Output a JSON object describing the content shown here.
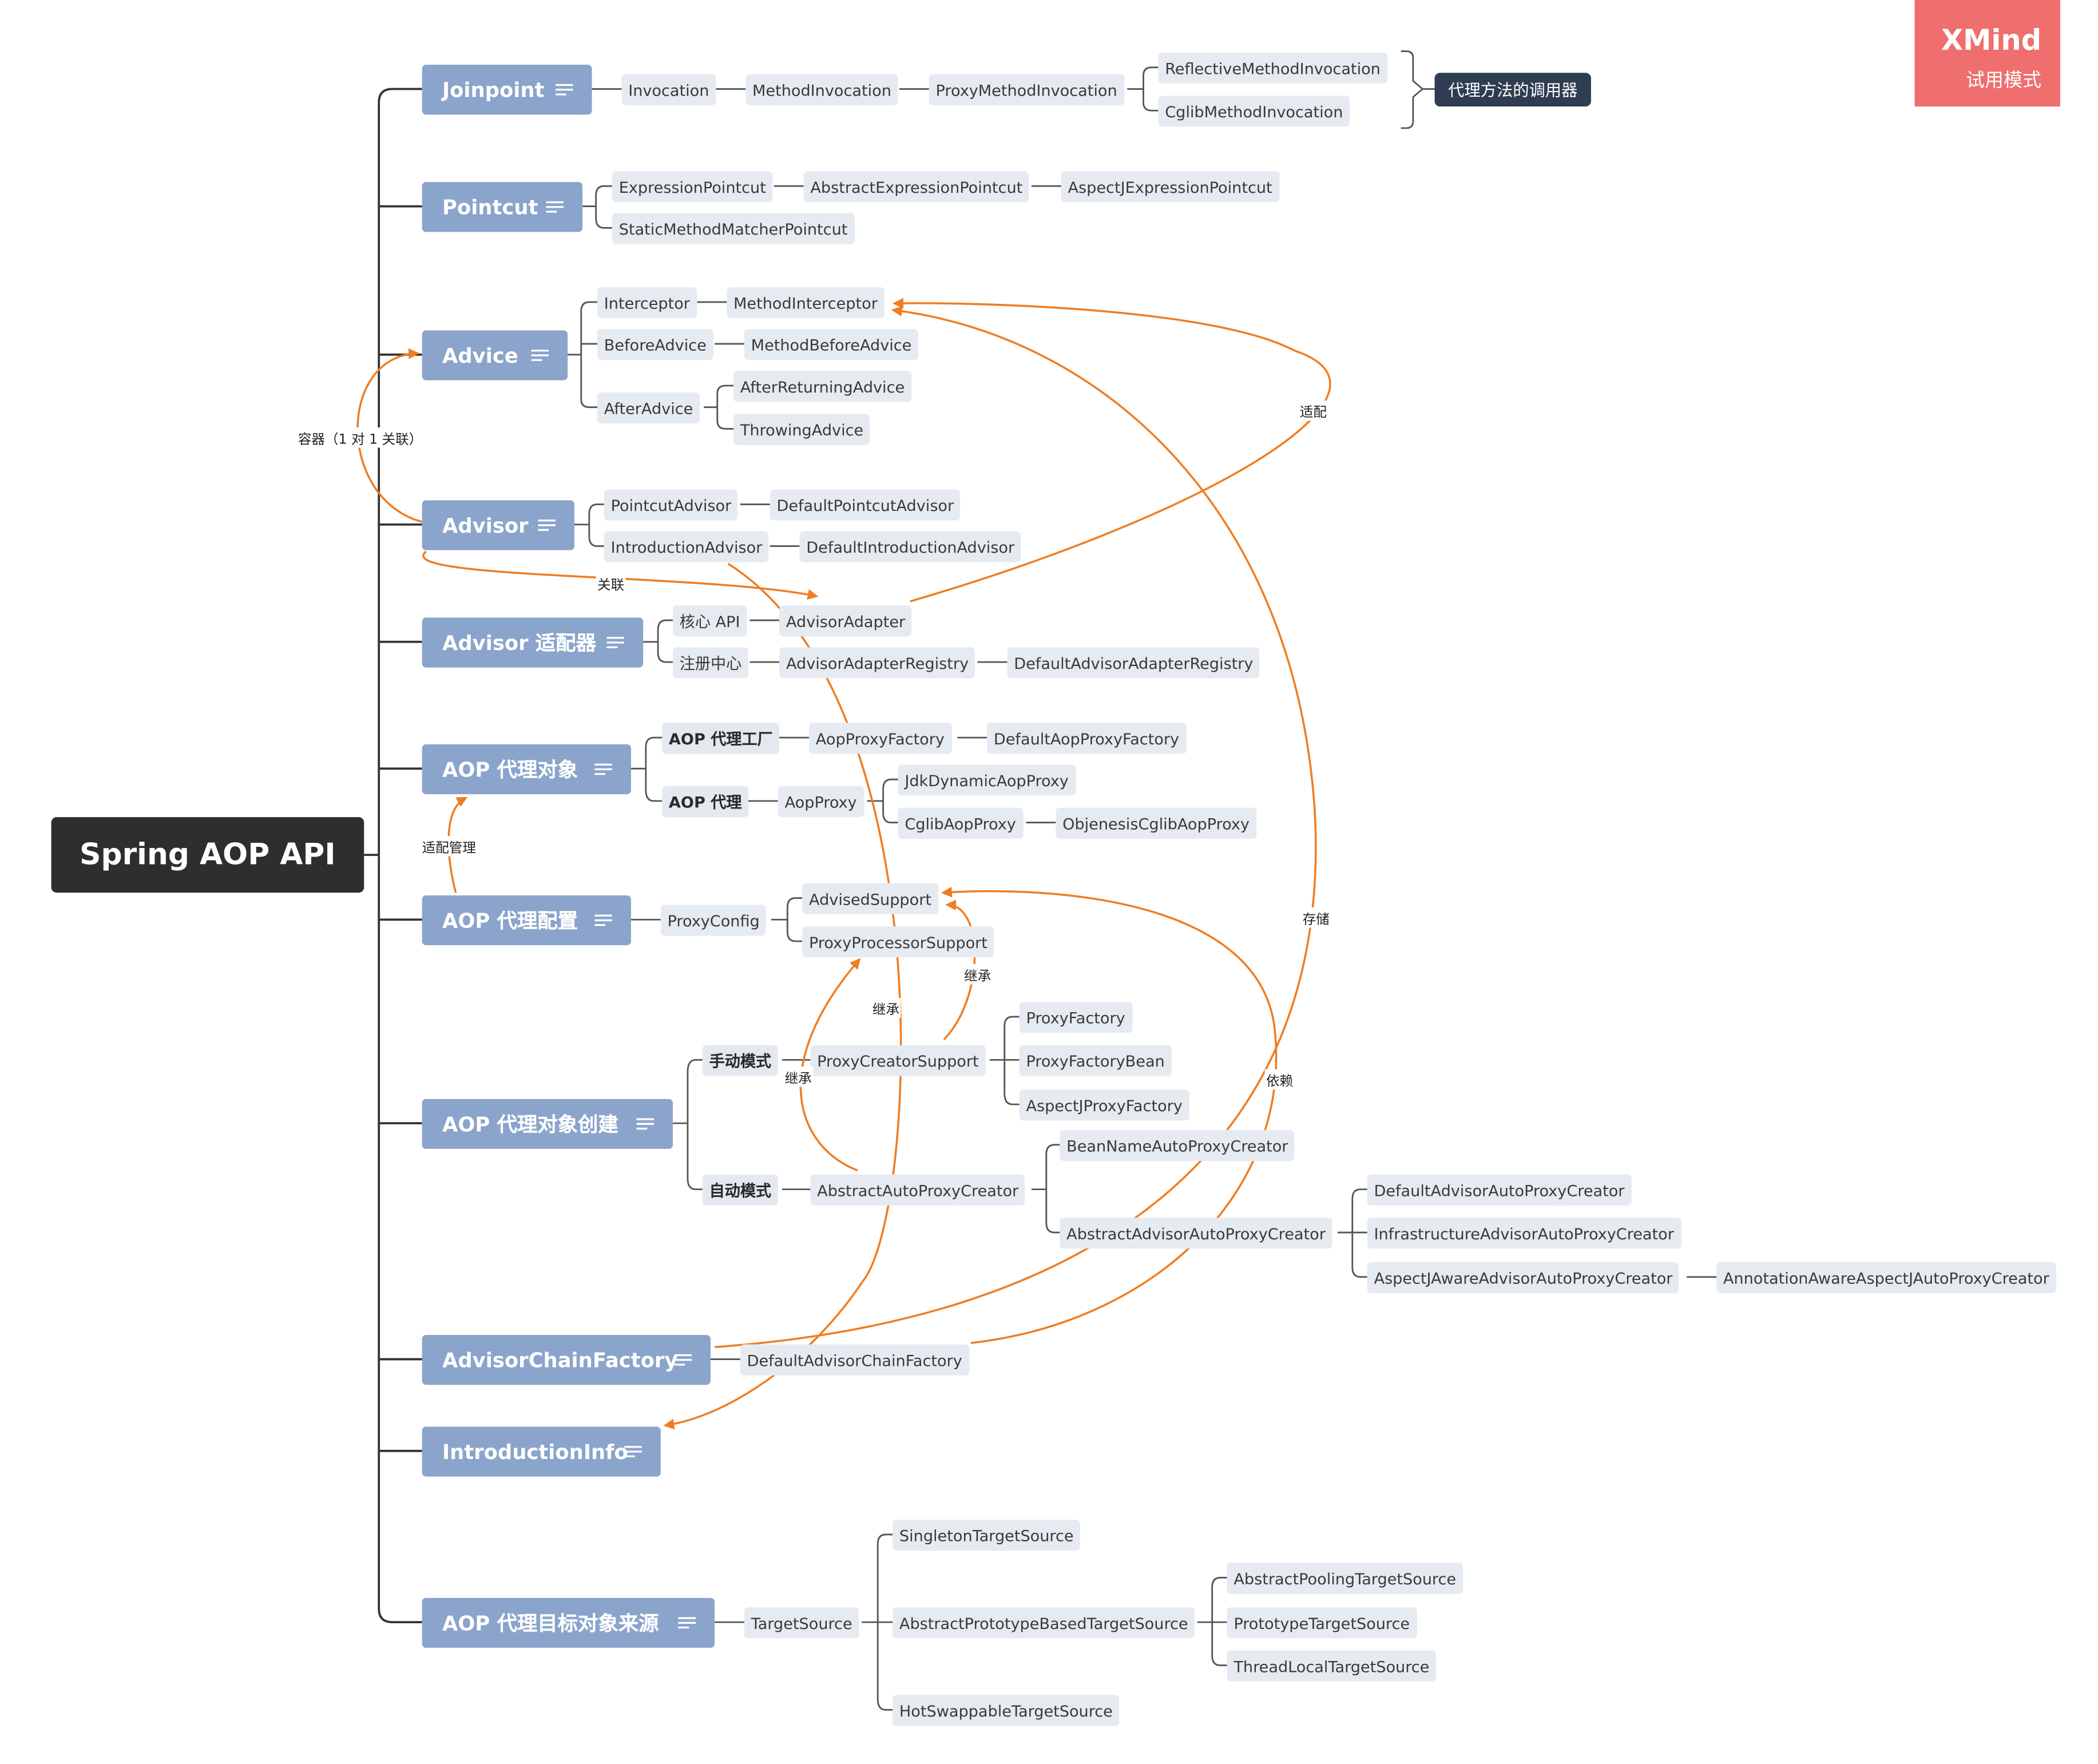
{
  "watermark": {
    "brand": "XMind",
    "mode": "试用模式",
    "color": "#ee6f6e"
  },
  "colors": {
    "root": "#2e2e2e",
    "main": "#8aa4cb",
    "leaf": "#e6eaf1",
    "relation": "#ef7d22",
    "line": "#333333"
  },
  "root": {
    "label": "Spring AOP API"
  },
  "branches": {
    "joinpoint": {
      "label": "Joinpoint",
      "n1": "Invocation",
      "n2": "MethodInvocation",
      "n3": "ProxyMethodInvocation",
      "n4a": "ReflectiveMethodInvocation",
      "n4b": "CglibMethodInvocation",
      "summary": "代理方法的调用器"
    },
    "pointcut": {
      "label": "Pointcut",
      "expr": "ExpressionPointcut",
      "absexpr": "AbstractExpressionPointcut",
      "aspectj": "AspectJExpressionPointcut",
      "static": "StaticMethodMatcherPointcut"
    },
    "advice": {
      "label": "Advice",
      "interceptor": "Interceptor",
      "methodinterceptor": "MethodInterceptor",
      "before": "BeforeAdvice",
      "methodbefore": "MethodBeforeAdvice",
      "after": "AfterAdvice",
      "afterreturning": "AfterReturningAdvice",
      "throwing": "ThrowingAdvice"
    },
    "advisor": {
      "label": "Advisor",
      "pointcutadvisor": "PointcutAdvisor",
      "defaultpointcutadvisor": "DefaultPointcutAdvisor",
      "introadvisor": "IntroductionAdvisor",
      "defaultintroadvisor": "DefaultIntroductionAdvisor"
    },
    "adapter": {
      "label": "Advisor 适配器",
      "core": "核心 API",
      "advisoradapter": "AdvisorAdapter",
      "registry": "注册中心",
      "adapterregistry": "AdvisorAdapterRegistry",
      "defaultregistry": "DefaultAdvisorAdapterRegistry"
    },
    "proxyobj": {
      "label": "AOP 代理对象",
      "factory": "AOP 代理工厂",
      "aopproxyfactory": "AopProxyFactory",
      "defaultaopproxyfactory": "DefaultAopProxyFactory",
      "proxy": "AOP 代理",
      "aopproxy": "AopProxy",
      "jdk": "JdkDynamicAopProxy",
      "cglib": "CglibAopProxy",
      "objenesis": "ObjenesisCglibAopProxy"
    },
    "config": {
      "label": "AOP 代理配置",
      "proxyconfig": "ProxyConfig",
      "advisedsupport": "AdvisedSupport",
      "processorsupport": "ProxyProcessorSupport"
    },
    "create": {
      "label": "AOP 代理对象创建",
      "manual": "手动模式",
      "creatorsupport": "ProxyCreatorSupport",
      "proxyfactory": "ProxyFactory",
      "proxyfactorybean": "ProxyFactoryBean",
      "aspectjproxyfactory": "AspectJProxyFactory",
      "auto": "自动模式",
      "abstractauto": "AbstractAutoProxyCreator",
      "beanname": "BeanNameAutoProxyCreator",
      "abstractadvisorauto": "AbstractAdvisorAutoProxyCreator",
      "defaultadvisorauto": "DefaultAdvisorAutoProxyCreator",
      "infraauto": "InfrastructureAdvisorAutoProxyCreator",
      "aspectjaware": "AspectJAwareAdvisorAutoProxyCreator",
      "annotationaware": "AnnotationAwareAspectJAutoProxyCreator"
    },
    "chain": {
      "label": "AdvisorChainFactory",
      "default": "DefaultAdvisorChainFactory"
    },
    "intro": {
      "label": "IntroductionInfo"
    },
    "target": {
      "label": "AOP 代理目标对象来源",
      "targetsource": "TargetSource",
      "singleton": "SingletonTargetSource",
      "abstractproto": "AbstractPrototypeBasedTargetSource",
      "pooling": "AbstractPoolingTargetSource",
      "prototype": "PrototypeTargetSource",
      "threadlocal": "ThreadLocalTargetSource",
      "hotswap": "HotSwappableTargetSource"
    }
  },
  "relations": {
    "container": "容器（1 对 1 关联）",
    "assoc": "关联",
    "adapt": "适配",
    "adaptmgmt": "适配管理",
    "inherit1": "继承",
    "inherit2": "继承",
    "inherit3": "继承",
    "store": "存储",
    "depend": "依赖"
  }
}
